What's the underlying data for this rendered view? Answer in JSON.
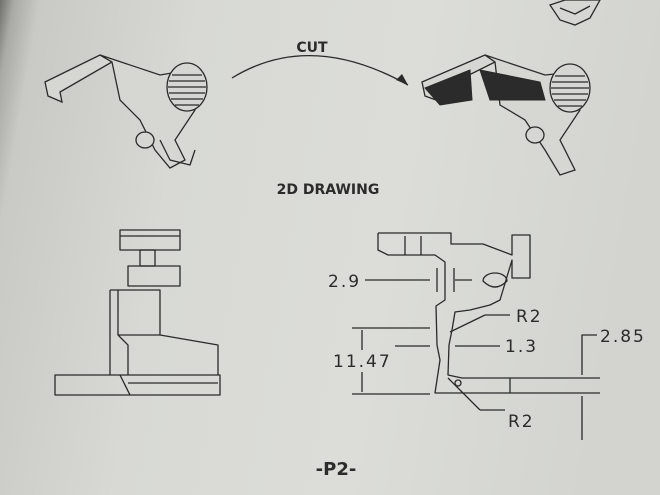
{
  "header": {
    "cut_label": "CUT",
    "section_title": "2D DRAWING"
  },
  "dimensions": {
    "thickness_top": "2.9",
    "radius_upper": "R2",
    "thickness_neck": "1.3",
    "height": "11.47",
    "radius_lower": "R2",
    "bar_height": "2.85"
  },
  "footer": {
    "page_label": "-P2-"
  }
}
